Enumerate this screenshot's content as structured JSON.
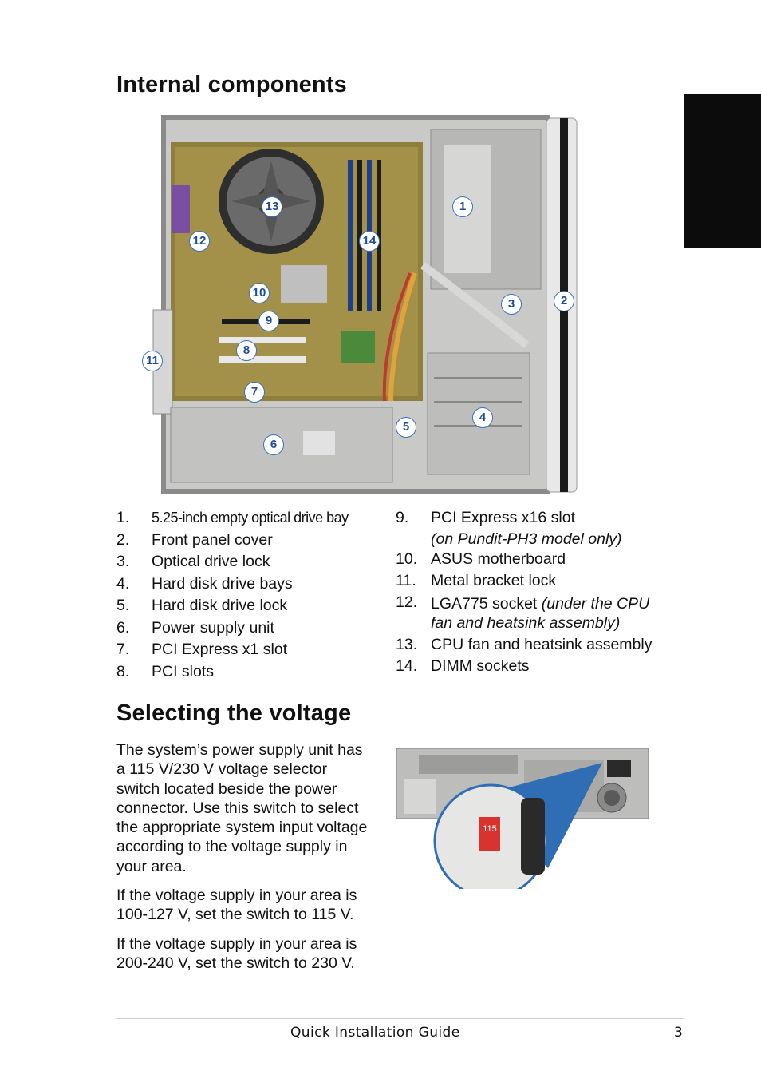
{
  "section_internal": {
    "title": "Internal components"
  },
  "figure_markers": [
    "1",
    "2",
    "3",
    "4",
    "5",
    "6",
    "7",
    "8",
    "9",
    "10",
    "11",
    "12",
    "13",
    "14"
  ],
  "components_left": [
    {
      "num": "1.",
      "label": "5.25-inch empty optical drive bay"
    },
    {
      "num": "2.",
      "label": "Front panel cover"
    },
    {
      "num": "3.",
      "label": "Optical drive lock"
    },
    {
      "num": "4.",
      "label": "Hard disk drive bays"
    },
    {
      "num": "5.",
      "label": "Hard disk drive lock"
    },
    {
      "num": "6.",
      "label": "Power supply unit"
    },
    {
      "num": "7.",
      "label": "PCI Express x1 slot"
    },
    {
      "num": "8.",
      "label": "PCI slots"
    }
  ],
  "components_right": [
    {
      "num": "9.",
      "label": "PCI Express x16 slot",
      "note": "(on Pundit-PH3 model only)"
    },
    {
      "num": "10.",
      "label": "ASUS motherboard"
    },
    {
      "num": "11.",
      "label": "Metal bracket lock"
    },
    {
      "num": "12.",
      "label": "LGA775 socket ",
      "note": "(under the CPU fan and heatsink assembly)"
    },
    {
      "num": "13.",
      "label": "CPU fan and heatsink assembly"
    },
    {
      "num": "14.",
      "label": "DIMM sockets"
    }
  ],
  "section_voltage": {
    "title": "Selecting the voltage",
    "paragraphs": [
      "The system’s power supply unit has a 115 V/230 V voltage selector switch located beside the power connector. Use this switch to select the appropriate system input voltage according to the voltage supply in your area.",
      "If the voltage supply in your area is 100-127 V, set the switch to 115 V.",
      "If the voltage supply in your area is 200-240 V, set the switch to 230 V."
    ],
    "switch_label": "115"
  },
  "footer": {
    "title": "Quick Installation Guide",
    "page": "3"
  },
  "colors": {
    "accent": "#2f6db5",
    "switch": "#d8332e",
    "tab": "#0c0c0c"
  }
}
